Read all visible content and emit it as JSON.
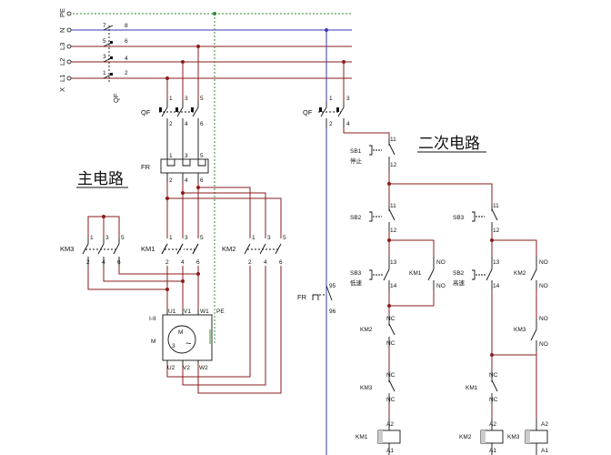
{
  "bus_labels": {
    "pe": "PE",
    "n": "N",
    "l3": "L3",
    "l2": "L2",
    "l1": "L1"
  },
  "left_side_labels": {
    "x": "X",
    "qf": "QF"
  },
  "main_qf": {
    "label": "QF",
    "top_pins": [
      "1",
      "3",
      "5"
    ],
    "bottom_pins": [
      "2",
      "4",
      "6"
    ]
  },
  "disconnect_pins": {
    "p7": "7",
    "p8": "8",
    "p5": "5",
    "p6": "6",
    "p3": "3",
    "p4": "4",
    "p1": "1",
    "p2": "2"
  },
  "fr": {
    "label": "FR",
    "top_pins": [
      "1",
      "3",
      "5"
    ],
    "bottom_pins": [
      "2",
      "4",
      "6"
    ]
  },
  "main_title": "主电路",
  "control_title": "二次电路",
  "km3_main": {
    "label": "KM3",
    "top_pins": [
      "1",
      "3",
      "5"
    ],
    "bottom_pins": [
      "2",
      "4",
      "6"
    ]
  },
  "km1_main": {
    "label": "KM1",
    "top_pins": [
      "1",
      "3",
      "5"
    ],
    "bottom_pins": [
      "2",
      "4",
      "6"
    ]
  },
  "km2_main": {
    "label": "KM2",
    "top_pins": [
      "1",
      "3",
      "5"
    ],
    "bottom_pins": [
      "2",
      "4",
      "6"
    ]
  },
  "motor": {
    "type_label": "I-II",
    "side_label": "M",
    "symbol": "M",
    "phase": "3",
    "tilde": "~",
    "top_terms": [
      "U1",
      "V1",
      "W1",
      "PE"
    ],
    "bottom_terms": [
      "U2",
      "V2",
      "W2"
    ]
  },
  "ctrl_qf": {
    "label": "QF",
    "pins": [
      "1",
      "3",
      "2",
      "4"
    ]
  },
  "ctrl_fr": {
    "label": "FR",
    "pins": [
      "95",
      "96"
    ]
  },
  "sb1": {
    "label": "SB1",
    "sub": "停止",
    "pins": [
      "11",
      "12"
    ]
  },
  "sb2_left": {
    "label": "SB2",
    "pins": [
      "11",
      "12"
    ]
  },
  "sb3_right": {
    "label": "SB3",
    "pins": [
      "11",
      "12"
    ]
  },
  "sb3_left": {
    "label": "SB3",
    "sub": "低速",
    "pins": [
      "13",
      "14"
    ]
  },
  "sb2_right": {
    "label": "SB2",
    "sub": "高速",
    "pins": [
      "13",
      "14"
    ]
  },
  "km1_aux": {
    "label": "KM1",
    "pins": [
      "NO",
      "NO"
    ]
  },
  "km2_aux": {
    "label": "KM2",
    "pins": [
      "NO",
      "NO"
    ]
  },
  "km3_aux": {
    "label": "KM3",
    "pins": [
      "NO",
      "NO"
    ]
  },
  "interlocks_left": [
    {
      "label": "KM2",
      "pins": [
        "NC",
        "NC"
      ]
    },
    {
      "label": "KM3",
      "pins": [
        "NC",
        "NC"
      ]
    }
  ],
  "interlock_right": {
    "label": "KM1",
    "pins": [
      "NC",
      "NC"
    ]
  },
  "coils": [
    {
      "label": "KM1",
      "pins": [
        "A2",
        "A1"
      ]
    },
    {
      "label": "KM2",
      "pins": [
        "A2",
        "A1"
      ]
    },
    {
      "label": "KM3",
      "pins": [
        "A2",
        "A1"
      ]
    }
  ],
  "colors": {
    "line": "#8a1c1c",
    "neutral": "#3a3ab0",
    "pe": "#2f8a2f",
    "ink": "#111111"
  }
}
